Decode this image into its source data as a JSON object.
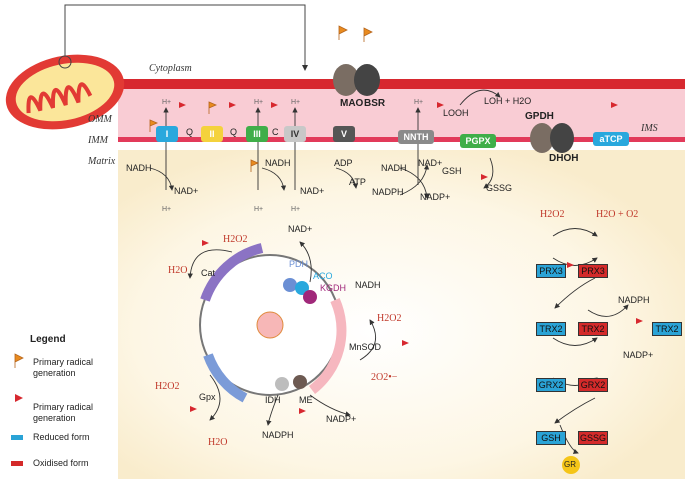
{
  "regions": {
    "cytoplasm": "Cytoplasm",
    "omm": "OMM",
    "imm": "IMM",
    "matrix": "Matrix",
    "ims": "IMS"
  },
  "complexes": {
    "c1": "I",
    "c2": "II",
    "c3": "III",
    "c4": "IV",
    "c5": "V",
    "nnth": "NNTH",
    "pgpx": "PGPX",
    "atcp": "aTCP"
  },
  "membrane_labels": {
    "mao": "MAO",
    "bsr": "BSR",
    "gpdh": "GPDH",
    "dhoh": "DHOH",
    "q1": "Q",
    "q2": "Q",
    "c": "C",
    "loh": "LOH + H2O",
    "looh": "LOOH"
  },
  "etc_labels": {
    "nadh1": "NADH",
    "nadp1": "NAD+",
    "nadh2": "NADH",
    "nadp2": "NAD+",
    "adp": "ADP",
    "atp": "ATP",
    "nadh3": "NADH",
    "nad3": "NAD+",
    "nadph3": "NADPH",
    "nadp3": "NADP+",
    "gsh": "GSH",
    "gssg": "GSSG",
    "h": "H+"
  },
  "tca": {
    "nad": "NAD+",
    "pdh": "PDH",
    "aco": "ACO",
    "kgdh": "KGDH",
    "nadh": "NADH",
    "h2o2_a": "H2O2",
    "h2o_a": "H2O",
    "cat": "Cat",
    "h2o2_b": "H2O2",
    "mnsod": "MnSOD",
    "o2": "2O2•−",
    "h2o2_c": "H2O2",
    "gpx": "Gpx",
    "h2o_c": "H2O",
    "idh": "IDH",
    "me": "ME",
    "nadph": "NADPH",
    "nadp": "NADP+"
  },
  "redox": {
    "h2o2": "H2O2",
    "h2o_o2": "H2O + O2",
    "prx3_r": "PRX3",
    "prx3_o": "PRX3",
    "trx2_r": "TRX2",
    "trx2_o": "TRX2",
    "trx2_side": "TRX2",
    "nadph": "NADPH",
    "nadp": "NADP+",
    "grx2_r": "GRX2",
    "grx2_o": "GRX2",
    "gsh": "GSH",
    "gssg": "GSSG",
    "gr": "GR"
  },
  "legend": {
    "title": "Legend",
    "primary1": "Primary radical generation",
    "primary2": "Primary radical generation",
    "reduced": "Reduced form",
    "oxidised": "Oxidised form"
  },
  "colors": {
    "membrane_red": "#d7282f",
    "membrane_pink": "#f7c6cf",
    "reduced": "#2aa3d6",
    "oxidised": "#d42a2a",
    "complex_I": "#29a8dd",
    "complex_II": "#f4d23c",
    "complex_III": "#3fae49",
    "complex_IV": "#c8c8c8",
    "complex_V": "#555555",
    "pgpx": "#3fae49"
  }
}
